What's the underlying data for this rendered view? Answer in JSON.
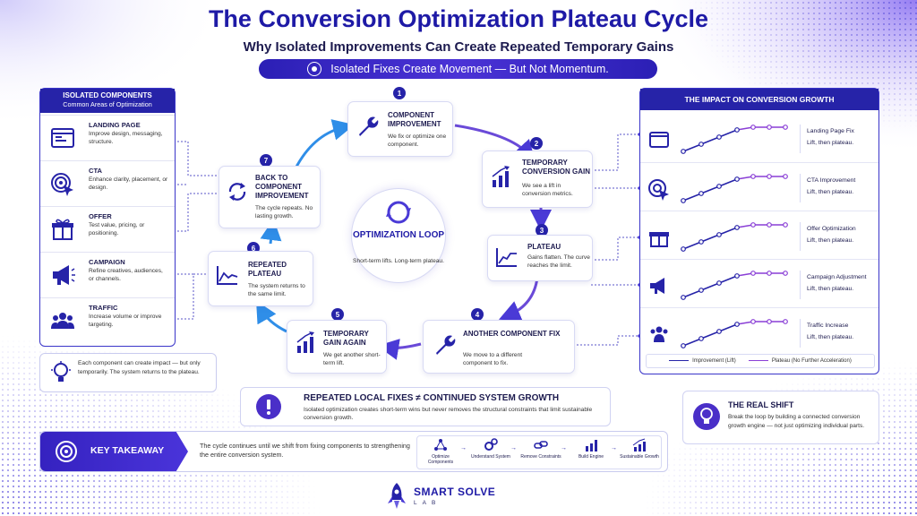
{
  "title": "The Conversion Optimization Plateau Cycle",
  "subtitle": "Why Isolated Improvements Can Create Repeated Temporary Gains",
  "banner": "Isolated Fixes Create Movement — But Not Momentum.",
  "left_panel": {
    "title": "ISOLATED COMPONENTS",
    "subtitle": "Common Areas of Optimization",
    "items": [
      {
        "title": "LANDING PAGE",
        "desc": "Improve design, messaging, structure.",
        "icon": "browser-window-icon"
      },
      {
        "title": "CTA",
        "desc": "Enhance clarity, placement, or design.",
        "icon": "target-cursor-icon"
      },
      {
        "title": "OFFER",
        "desc": "Test value, pricing, or positioning.",
        "icon": "gift-icon"
      },
      {
        "title": "CAMPAIGN",
        "desc": "Refine creatives, audiences, or channels.",
        "icon": "megaphone-icon"
      },
      {
        "title": "TRAFFIC",
        "desc": "Increase volume or improve targeting.",
        "icon": "people-icon"
      }
    ]
  },
  "note": "Each component can create impact — but only temporarily. The system returns to the plateau.",
  "loop_center": {
    "title": "OPTIMIZATION LOOP",
    "desc": "Short-term lifts. Long-term plateau."
  },
  "steps": [
    {
      "num": "1",
      "title": "COMPONENT IMPROVEMENT",
      "desc": "We fix or optimize one component."
    },
    {
      "num": "2",
      "title": "TEMPORARY CONVERSION GAIN",
      "desc": "We see a lift in conversion metrics."
    },
    {
      "num": "3",
      "title": "PLATEAU",
      "desc": "Gains flatten. The curve reaches the limit."
    },
    {
      "num": "4",
      "title": "ANOTHER COMPONENT FIX",
      "desc": "We move to a different component to fix."
    },
    {
      "num": "5",
      "title": "TEMPORARY GAIN AGAIN",
      "desc": "We get another short-term lift."
    },
    {
      "num": "6",
      "title": "REPEATED PLATEAU",
      "desc": "The system returns to the same limit."
    },
    {
      "num": "7",
      "title": "BACK TO COMPONENT IMPROVEMENT",
      "desc": "The cycle repeats. No lasting growth."
    }
  ],
  "right_panel": {
    "title": "THE IMPACT ON CONVERSION GROWTH",
    "items": [
      {
        "label": "Landing Page Fix",
        "desc": "Lift, then plateau.",
        "icon": "browser-window-icon"
      },
      {
        "label": "CTA Improvement",
        "desc": "Lift, then plateau.",
        "icon": "target-cursor-icon"
      },
      {
        "label": "Offer Optimization",
        "desc": "Lift, then plateau.",
        "icon": "gift-icon"
      },
      {
        "label": "Campaign Adjustment",
        "desc": "Lift, then plateau.",
        "icon": "megaphone-icon"
      },
      {
        "label": "Traffic Increase",
        "desc": "Lift, then plateau.",
        "icon": "people-icon"
      }
    ],
    "legend": [
      {
        "label": "Improvement (Lift)",
        "color": "#2623a8"
      },
      {
        "label": "Plateau (No Further Acceleration)",
        "color": "#8a3fd6"
      }
    ]
  },
  "repeated": {
    "title": "REPEATED LOCAL FIXES  ≠  CONTINUED SYSTEM GROWTH",
    "desc": "Isolated optimization creates short-term wins but never removes the structural constraints that limit sustainable conversion growth."
  },
  "real_shift": {
    "title": "THE REAL SHIFT",
    "desc": "Break the loop by building a connected conversion growth engine — not just optimizing individual parts."
  },
  "takeaway": {
    "label": "KEY TAKEAWAY",
    "desc": "The cycle continues until we shift from fixing components to strengthening the entire conversion system.",
    "flow": [
      "Optimize Components",
      "Understand System",
      "Remove Constraints",
      "Build Engine",
      "Sustainable Growth"
    ]
  },
  "logo": {
    "name": "SMART SOLVE",
    "sub": "LAB"
  },
  "colors": {
    "primary": "#2623a8",
    "accent": "#8a3fd6",
    "title": "#1e1aa6"
  }
}
